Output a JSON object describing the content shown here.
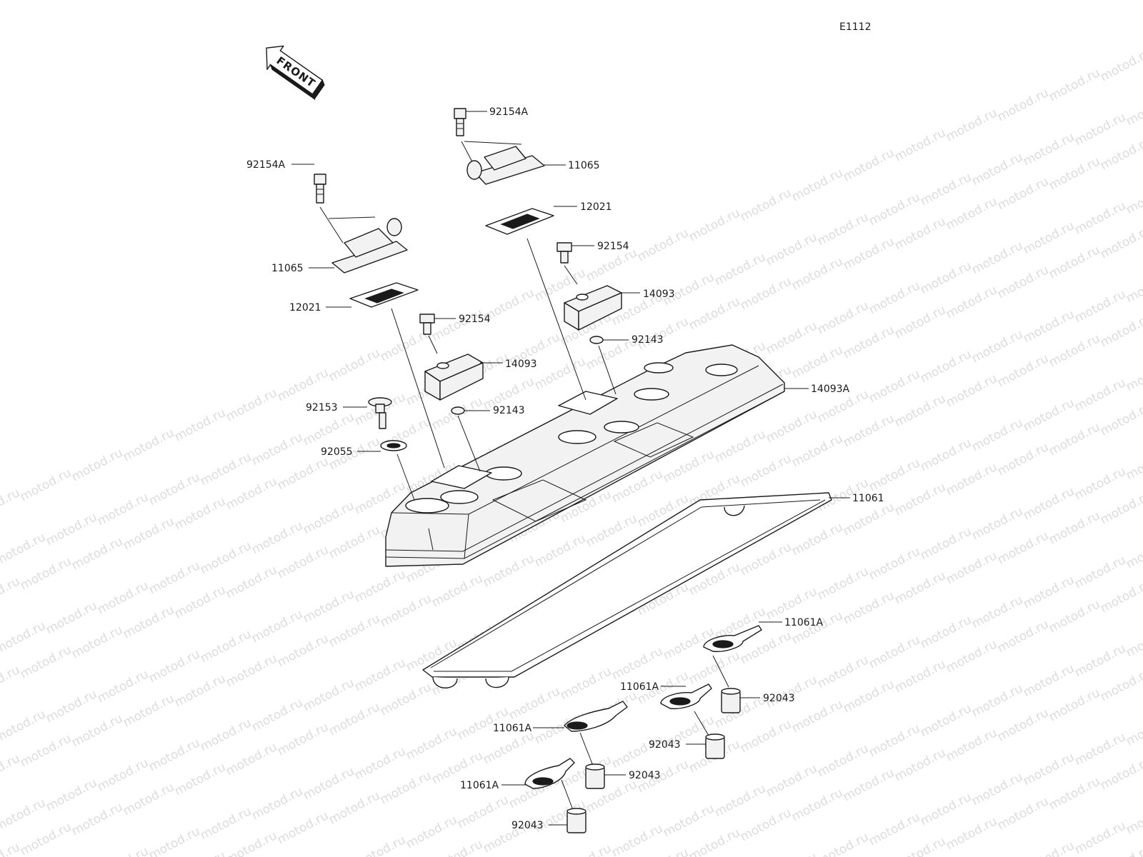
{
  "diagram": {
    "code": "E1112",
    "front_label": "FRONT",
    "watermark": "motod.ru",
    "parts": [
      {
        "id": "p01",
        "number": "92154A"
      },
      {
        "id": "p02",
        "number": "11065"
      },
      {
        "id": "p03",
        "number": "92154A"
      },
      {
        "id": "p04",
        "number": "12021"
      },
      {
        "id": "p05",
        "number": "11065"
      },
      {
        "id": "p06",
        "number": "92154"
      },
      {
        "id": "p07",
        "number": "12021"
      },
      {
        "id": "p08",
        "number": "14093"
      },
      {
        "id": "p09",
        "number": "92154"
      },
      {
        "id": "p10",
        "number": "92143"
      },
      {
        "id": "p11",
        "number": "14093"
      },
      {
        "id": "p12",
        "number": "14093A"
      },
      {
        "id": "p13",
        "number": "92153"
      },
      {
        "id": "p14",
        "number": "92143"
      },
      {
        "id": "p15",
        "number": "92055"
      },
      {
        "id": "p16",
        "number": "11061"
      },
      {
        "id": "p17",
        "number": "11061A"
      },
      {
        "id": "p18",
        "number": "11061A"
      },
      {
        "id": "p19",
        "number": "92043"
      },
      {
        "id": "p20",
        "number": "11061A"
      },
      {
        "id": "p21",
        "number": "92043"
      },
      {
        "id": "p22",
        "number": "92043"
      },
      {
        "id": "p23",
        "number": "11061A"
      },
      {
        "id": "p24",
        "number": "92043"
      }
    ]
  }
}
